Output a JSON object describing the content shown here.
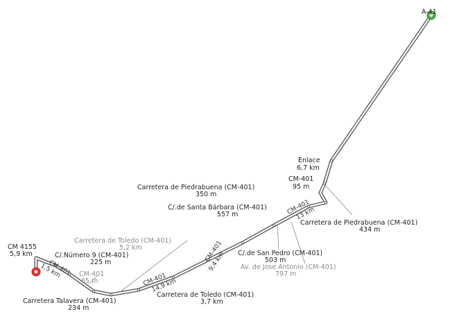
{
  "colors": {
    "route": "#5a5a5a",
    "start_marker": "#4caf50",
    "end_marker": "#e53935",
    "leader": "#888888"
  },
  "markers": {
    "start": {
      "label": "A-41",
      "icon": "green-start-marker"
    },
    "end": {
      "icon": "red-end-marker"
    }
  },
  "labels": {
    "enlace": {
      "name": "Enlace",
      "dist": "6,7 km"
    },
    "cm401_a": {
      "name": "CM-401",
      "dist": "95 m"
    },
    "piedra_left": {
      "name": "Carretera de Piedrabuena (CM-401)",
      "dist": "350 m"
    },
    "piedra_right": {
      "name": "Carretera de Piedrabuena (CM-401)",
      "dist": "434 m"
    },
    "santa_barbara": {
      "name": "C/.de Santa Bárbara (CM-401)",
      "dist": "557 m"
    },
    "san_pedro": {
      "name": "C/.de San Pedro (CM-401)",
      "dist": "503 m"
    },
    "jose_antonio": {
      "name": "Av. de José Antonio (CM-401)",
      "dist": "797 m"
    },
    "toledo_upper": {
      "name": "Carretera de Toledo (CM-401)",
      "dist": "5,2 km"
    },
    "numero9": {
      "name": "C/.Número 9 (CM-401)",
      "dist": "225 m"
    },
    "cm4155": {
      "name": "CM 4155",
      "dist": "5,9 km"
    },
    "cm401_small": {
      "name": "CM-401",
      "dist": "65 m"
    },
    "talavera": {
      "name": "Carretera Talavera (CM-401)",
      "dist": "234 m"
    },
    "toledo_lower": {
      "name": "Carretera de Toledo (CM-401)",
      "dist": "3,7 km"
    }
  },
  "road_labels": {
    "r1": "CM-401",
    "r1_dist": "1,5 km",
    "r2": "CM-401",
    "r2_dist": "14,9 km",
    "r3": "CM-401",
    "r3_dist": "9,4 km",
    "r4": "CM-401",
    "r4_dist": "13 km"
  }
}
